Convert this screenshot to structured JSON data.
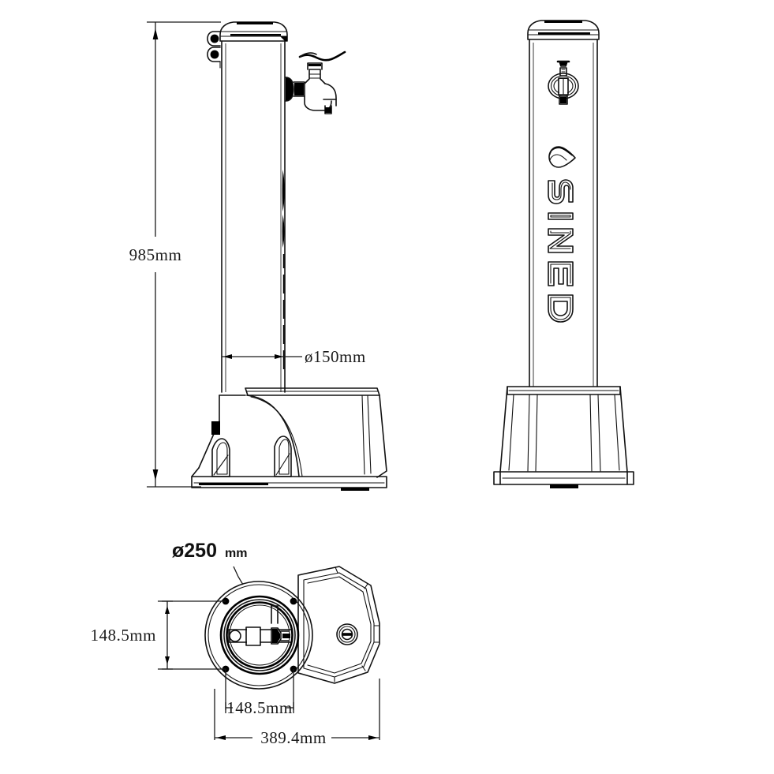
{
  "document": {
    "type": "technical-drawing",
    "subject": "Outdoor water column / garden fountain with tap and base",
    "brand": "SINED",
    "units": "mm",
    "background_color": "#ffffff",
    "line_color": "#111111"
  },
  "views": {
    "front": {
      "name": "front-elevation",
      "features": [
        "column",
        "tap",
        "base",
        "drain-tray",
        "support-ribs",
        "hinge-lugs"
      ]
    },
    "side": {
      "name": "side-elevation",
      "features": [
        "column",
        "tap-plate",
        "sined-logo",
        "base"
      ]
    },
    "top": {
      "name": "top-plan-view",
      "features": [
        "column-circle",
        "mounting-holes",
        "tap-body",
        "base-outline",
        "drain-cap"
      ]
    }
  },
  "dimensions": {
    "height": {
      "label": "985mm",
      "value": 985,
      "unit": "mm",
      "view": "front-elevation",
      "orientation": "vertical"
    },
    "column_diameter": {
      "label": "ø150mm",
      "symbol": "ø",
      "value": 150,
      "unit": "mm",
      "view": "front-elevation",
      "orientation": "horizontal"
    },
    "base_diameter": {
      "label": "ø250",
      "label_unit": "mm",
      "symbol": "ø",
      "value": 250,
      "unit": "mm",
      "view": "top-plan-view",
      "orientation": "leader"
    },
    "hole_spacing_vertical": {
      "label": "148.5mm",
      "value": 148.5,
      "unit": "mm",
      "view": "top-plan-view",
      "orientation": "vertical"
    },
    "hole_spacing_horizontal": {
      "label": "148.5mm",
      "value": 148.5,
      "unit": "mm",
      "view": "top-plan-view",
      "orientation": "horizontal"
    },
    "overall_depth": {
      "label": "389.4mm",
      "value": 389.4,
      "unit": "mm",
      "view": "top-plan-view",
      "orientation": "horizontal"
    }
  },
  "logo": {
    "brand_text": "SINED",
    "letters": [
      "S",
      "I",
      "N",
      "E",
      "D"
    ],
    "mark": "water-drop",
    "orientation": "rotated-90-clockwise"
  }
}
